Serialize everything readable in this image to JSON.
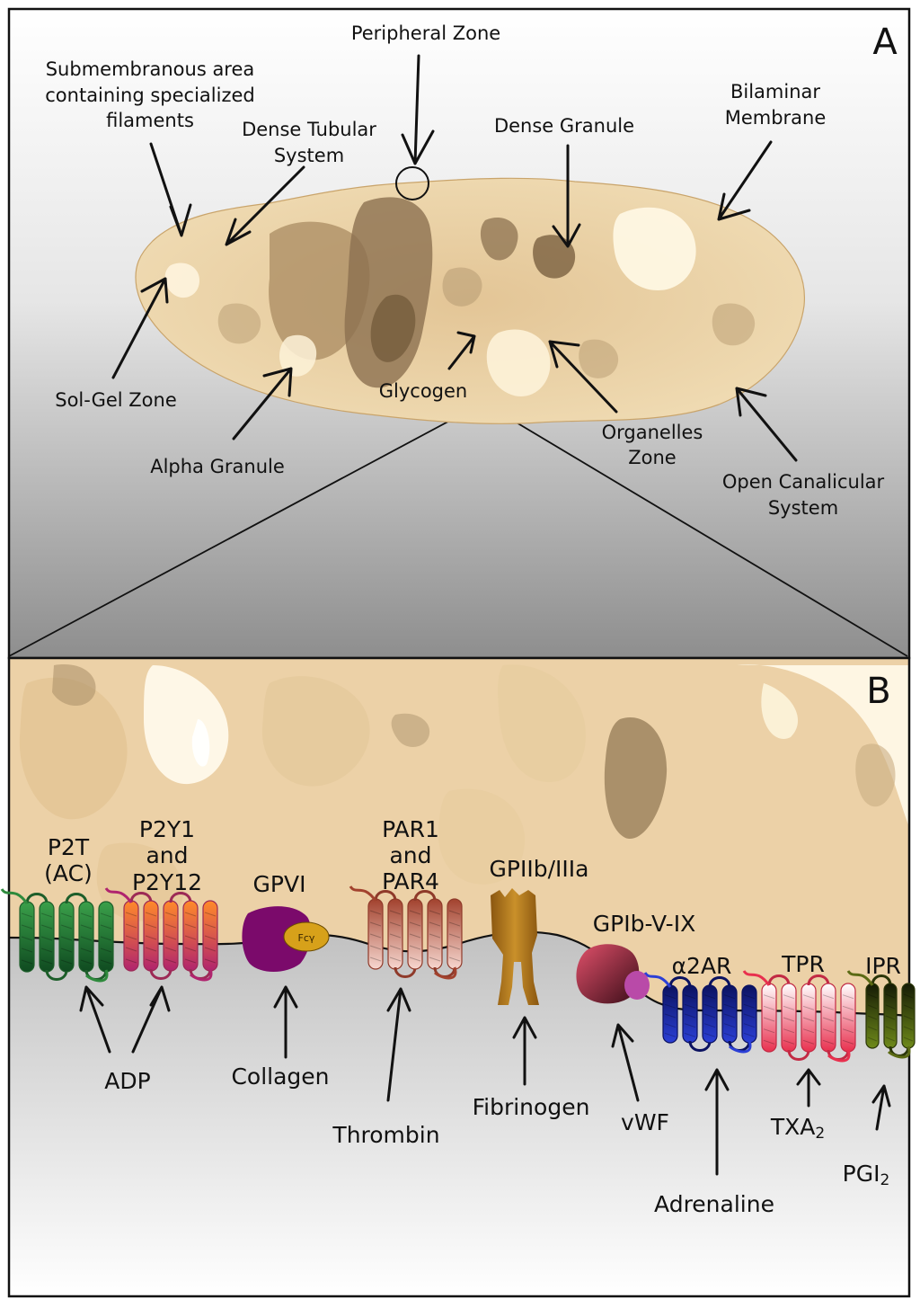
{
  "panels": {
    "a": {
      "letter": "A",
      "labels": {
        "peripheral_zone": "Peripheral Zone",
        "submembranous": [
          "Submembranous area",
          "containing specialized",
          "filaments"
        ],
        "dense_tubular": [
          "Dense Tubular",
          "System"
        ],
        "dense_granule": "Dense Granule",
        "bilaminar": [
          "Bilaminar",
          "Membrane"
        ],
        "sol_gel": "Sol-Gel Zone",
        "glycogen": "Glycogen",
        "alpha_granule": "Alpha Granule",
        "organelles": [
          "Organelles",
          "Zone"
        ],
        "open_canalicular": [
          "Open Canalicular",
          "System"
        ]
      }
    },
    "b": {
      "letter": "B",
      "receptors": {
        "p2t": [
          "P2T",
          "(AC)"
        ],
        "p2y": [
          "P2Y1",
          "and",
          "P2Y12"
        ],
        "gpvi": "GPVI",
        "fcy": "Fcγ",
        "par": [
          "PAR1",
          "and",
          "PAR4"
        ],
        "gpiibiiia": "GPIIb/IIIa",
        "gpib": "GPIb-V-IX",
        "a2ar": "α2AR",
        "tpr": "TPR",
        "ipr": "IPR"
      },
      "ligands": {
        "adp": "ADP",
        "collagen": "Collagen",
        "thrombin": "Thrombin",
        "fibrinogen": "Fibrinogen",
        "vwf": "vWF",
        "txa2": "TXA",
        "txa2_sub": "2",
        "pgi2": "PGI",
        "pgi2_sub": "2",
        "adrenaline": "Adrenaline"
      }
    }
  },
  "colors": {
    "p2t": "#2e8a3c",
    "p2y": "#e96a2a",
    "gpvi": "#7b0a6b",
    "par": "#e9b3a8",
    "gpiib": "#b57a1e",
    "gpib": "#c23a4f",
    "a2ar": "#1b2aa3",
    "tpr": "#f07d93",
    "ipr": "#5b6a14",
    "platelet": "#e8cfa0",
    "cytoplasm_b": "#ecd1a7"
  }
}
